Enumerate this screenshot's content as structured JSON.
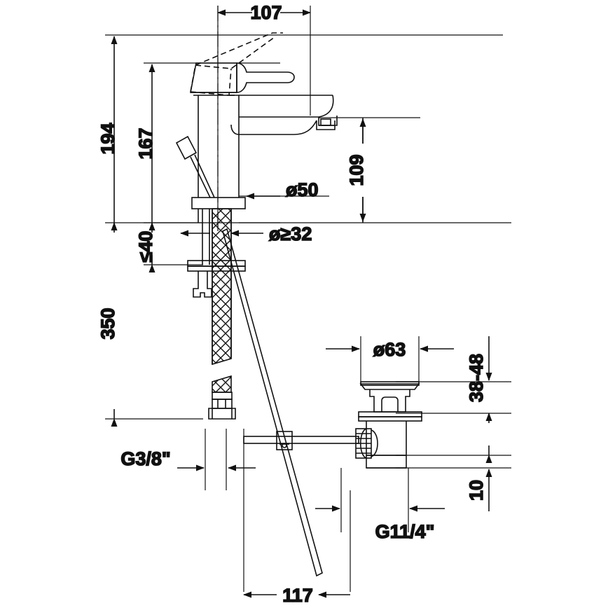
{
  "drawing": {
    "title": "Single-lever basin mixer technical dimension drawing",
    "units": "mm",
    "line_color": "#111111",
    "background": "#ffffff"
  },
  "dimensions": {
    "spout_reach": "107",
    "total_height": "194",
    "body_height": "167",
    "spout_height": "109",
    "base_diameter": "ø50",
    "hole_diameter": "ø≥32",
    "deck_thickness": "≤40",
    "hose_length": "350",
    "hose_thread": "G3/8\"",
    "drain_flange_diameter": "ø63",
    "drain_depth_range": "38-48",
    "drain_lower": "10",
    "drain_thread": "G11/4\"",
    "rod_offset": "117"
  },
  "components": {
    "lever_handle": "lever-handle",
    "lever_handle_open": "lever-handle-open-position",
    "spout": "spout",
    "body_column": "body-column",
    "base_flange": "base-flange",
    "mounting_nut": "mounting-nut",
    "flex_hose": "flexible-braided-hose",
    "hose_nut": "hose-connection-nut",
    "lift_rod": "pop-up-lift-rod",
    "pivot_rod": "pop-up-pivot-rod",
    "rod_clevis": "lift-rod-clevis",
    "drain_stopper": "drain-stopper-cap",
    "drain_body": "drain-body",
    "drain_tailpiece": "drain-tailpiece",
    "pivot_nut": "pivot-ball-nut"
  }
}
